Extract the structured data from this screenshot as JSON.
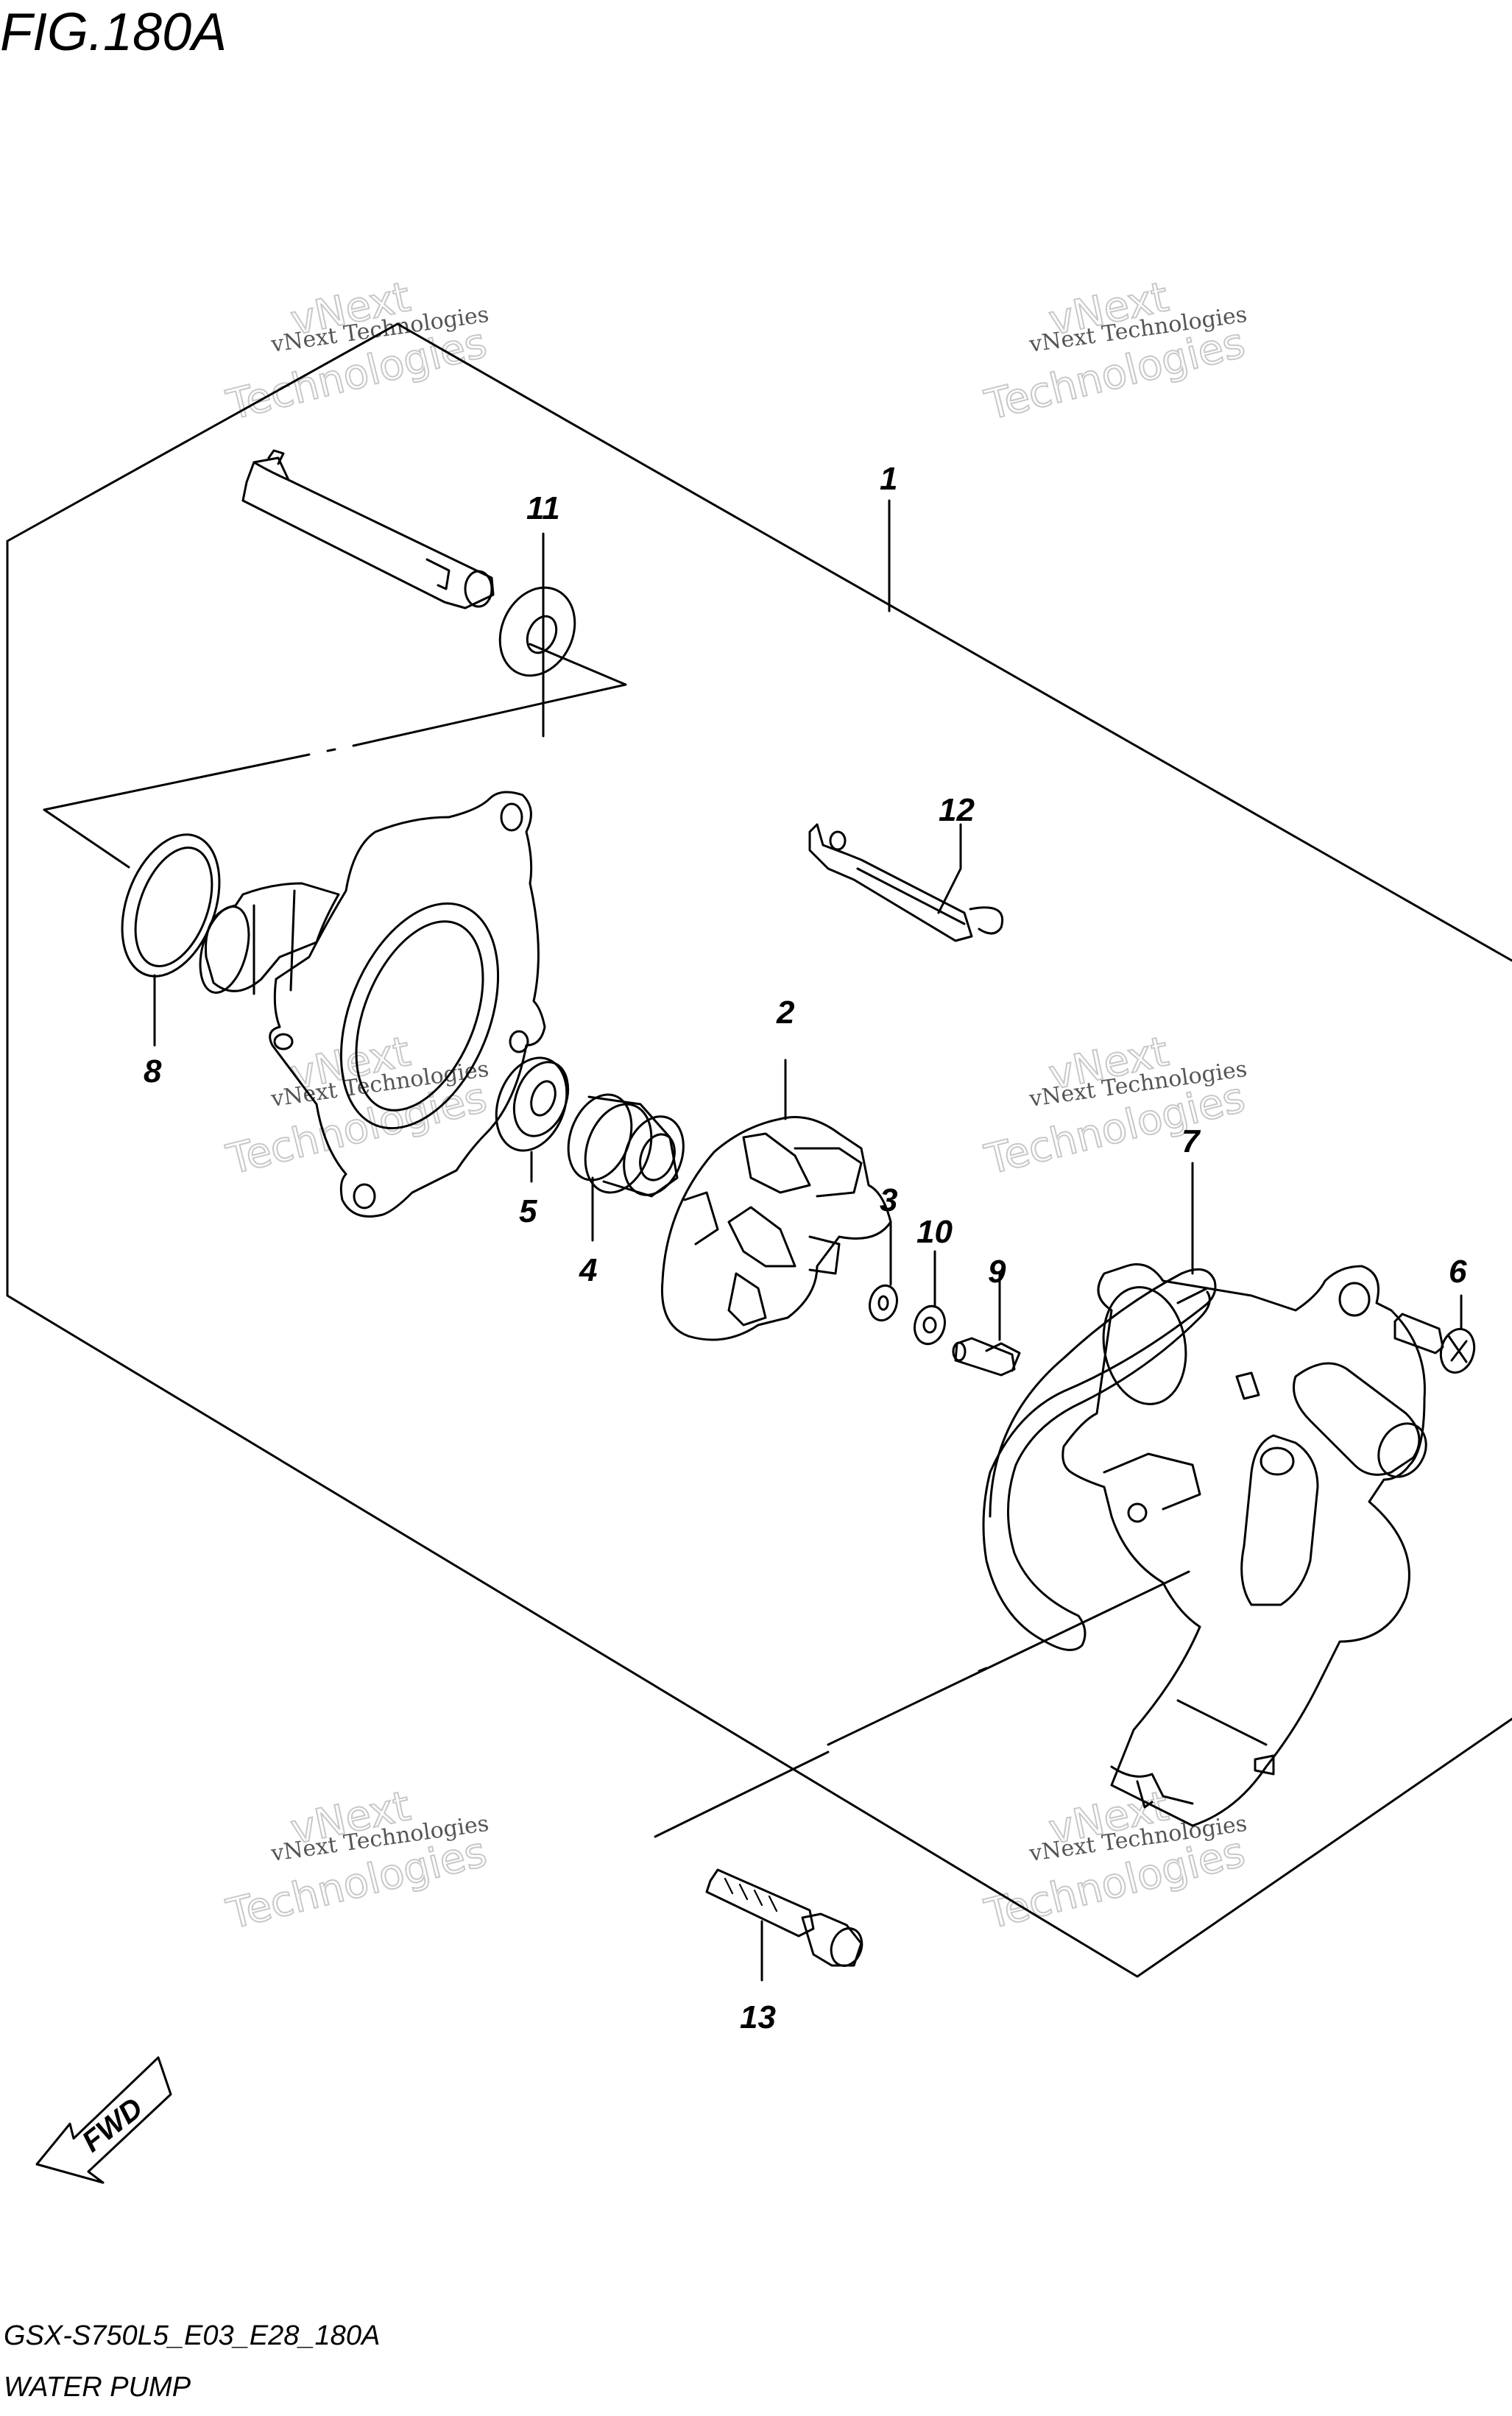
{
  "figure": {
    "title": "FIG.180A",
    "code": "GSX-S750L5_E03_E28_180A",
    "name": "WATER PUMP"
  },
  "fwd_label": "FWD",
  "callouts": [
    {
      "id": "1",
      "label": "1"
    },
    {
      "id": "2",
      "label": "2"
    },
    {
      "id": "3",
      "label": "3"
    },
    {
      "id": "4",
      "label": "4"
    },
    {
      "id": "5",
      "label": "5"
    },
    {
      "id": "6",
      "label": "6"
    },
    {
      "id": "7",
      "label": "7"
    },
    {
      "id": "8",
      "label": "8"
    },
    {
      "id": "9",
      "label": "9"
    },
    {
      "id": "10",
      "label": "10"
    },
    {
      "id": "11",
      "label": "11"
    },
    {
      "id": "12",
      "label": "12"
    },
    {
      "id": "13",
      "label": "13"
    }
  ],
  "watermark": {
    "line1": "vNext",
    "line2": "vNext Technologies",
    "line3": "Technologies"
  }
}
